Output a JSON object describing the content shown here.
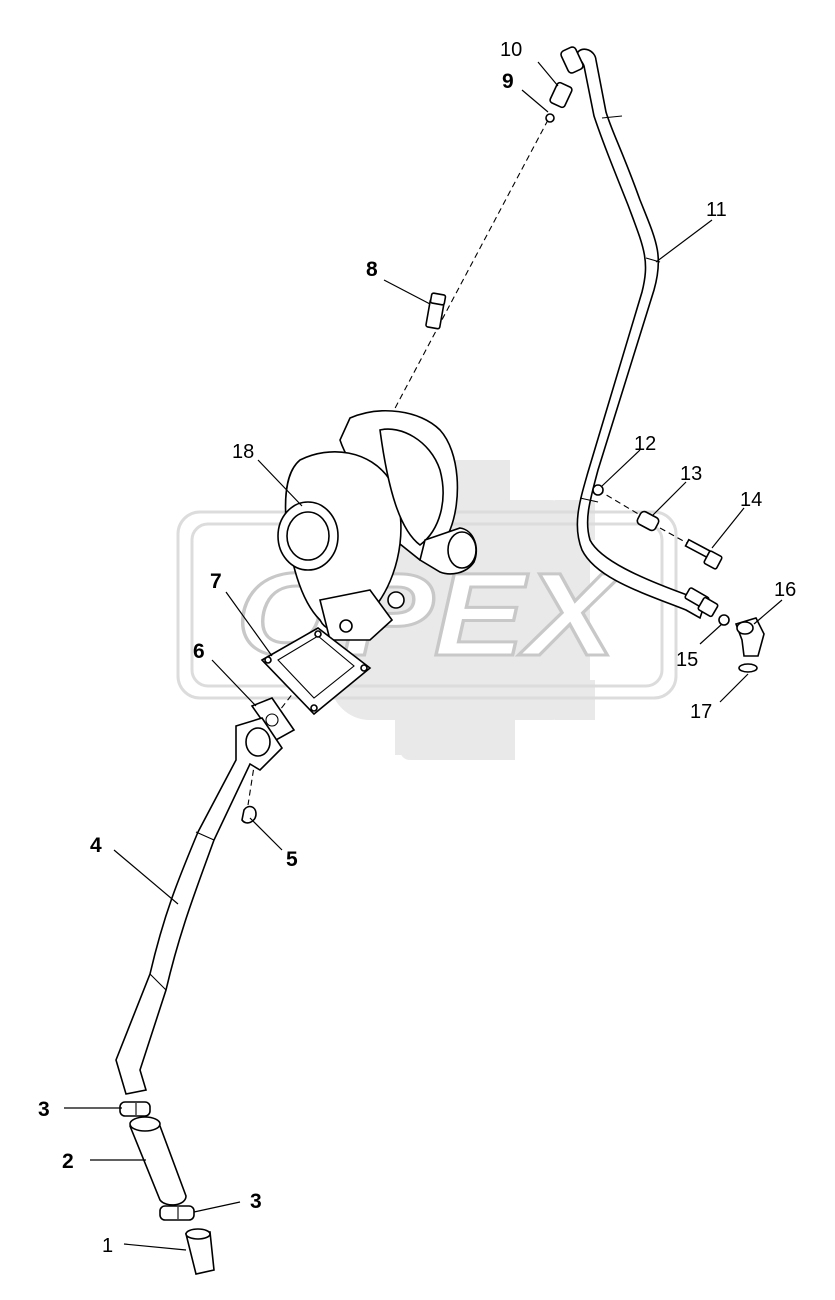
{
  "watermark": {
    "text": "OPEX"
  },
  "callouts": [
    {
      "id": "1",
      "label": "1"
    },
    {
      "id": "2",
      "label": "2"
    },
    {
      "id": "3a",
      "label": "3"
    },
    {
      "id": "3b",
      "label": "3"
    },
    {
      "id": "4",
      "label": "4"
    },
    {
      "id": "5",
      "label": "5"
    },
    {
      "id": "6",
      "label": "6"
    },
    {
      "id": "7",
      "label": "7"
    },
    {
      "id": "8",
      "label": "8"
    },
    {
      "id": "9",
      "label": "9"
    },
    {
      "id": "10",
      "label": "10"
    },
    {
      "id": "11",
      "label": "11"
    },
    {
      "id": "12",
      "label": "12"
    },
    {
      "id": "13",
      "label": "13"
    },
    {
      "id": "14",
      "label": "14"
    },
    {
      "id": "15",
      "label": "15"
    },
    {
      "id": "16",
      "label": "16"
    },
    {
      "id": "17",
      "label": "17"
    },
    {
      "id": "18",
      "label": "18"
    }
  ]
}
